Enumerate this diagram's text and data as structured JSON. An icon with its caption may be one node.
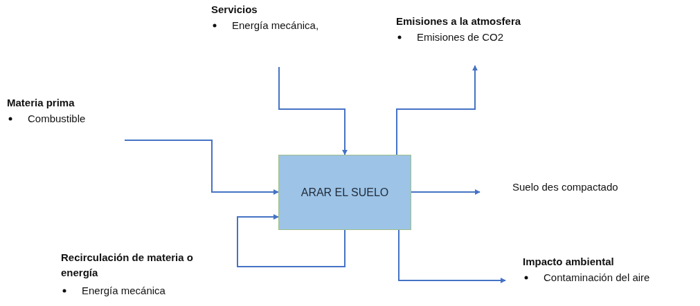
{
  "diagram": {
    "nodes": [
      {
        "text": [
          "ARAR EL SUELO"
        ]
      },
      {
        "text": [
          "Materia prima",
          "Combustible"
        ]
      },
      {
        "text": [
          "Servicios",
          "Energía mecánica,"
        ]
      },
      {
        "text": [
          "Emisiones a la atmosfera",
          "Emisiones de CO2"
        ]
      },
      {
        "text": [
          "Suelo des compactado"
        ]
      },
      {
        "text": [
          "Impacto ambiental",
          "Contaminación del aire"
        ]
      }
    ],
    "edges": [
      {
        "from": 1,
        "to": 0,
        "arrow": "to"
      },
      {
        "from": 2,
        "to": 0,
        "arrow": "to"
      },
      {
        "from": 0,
        "to": 3,
        "arrow": "to"
      },
      {
        "from": 0,
        "to": 4,
        "arrow": "to"
      },
      {
        "from": 0,
        "to": 5,
        "arrow": "to"
      },
      {
        "from": 0,
        "to": 0,
        "arrow": "to"
      }
    ],
    "labels": [
      "Recirculación de materia o energía",
      "Energía mecánica"
    ]
  }
}
